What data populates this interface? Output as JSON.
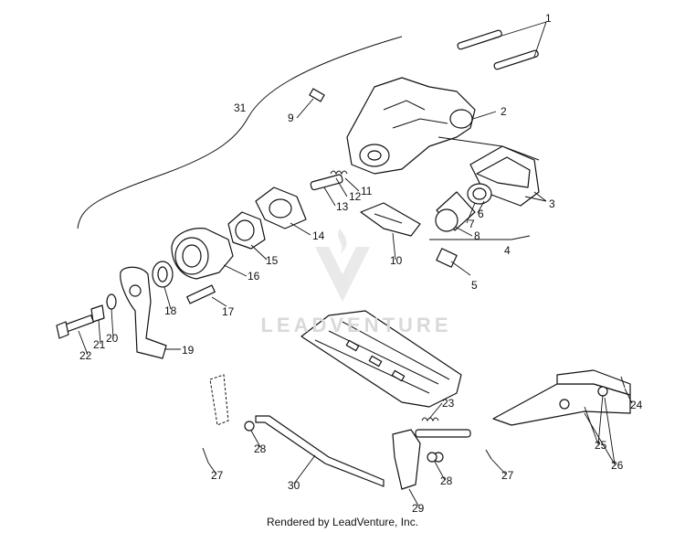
{
  "callouts": {
    "c1": "1",
    "c2": "2",
    "c3": "3",
    "c4": "4",
    "c5": "5",
    "c6": "6",
    "c7": "7",
    "c8": "8",
    "c9": "9",
    "c10": "10",
    "c11": "11",
    "c12": "12",
    "c13": "13",
    "c14": "14",
    "c15": "15",
    "c16": "16",
    "c17": "17",
    "c18": "18",
    "c19": "19",
    "c20": "20",
    "c21": "21",
    "c22": "22",
    "c23": "23",
    "c24": "24",
    "c25": "25",
    "c26": "26",
    "c27a": "27",
    "c27b": "27",
    "c28a": "28",
    "c28b": "28",
    "c29": "29",
    "c30": "30",
    "c31": "31"
  },
  "watermark": "LEADVENTURE",
  "footer": "Rendered by LeadVenture, Inc."
}
